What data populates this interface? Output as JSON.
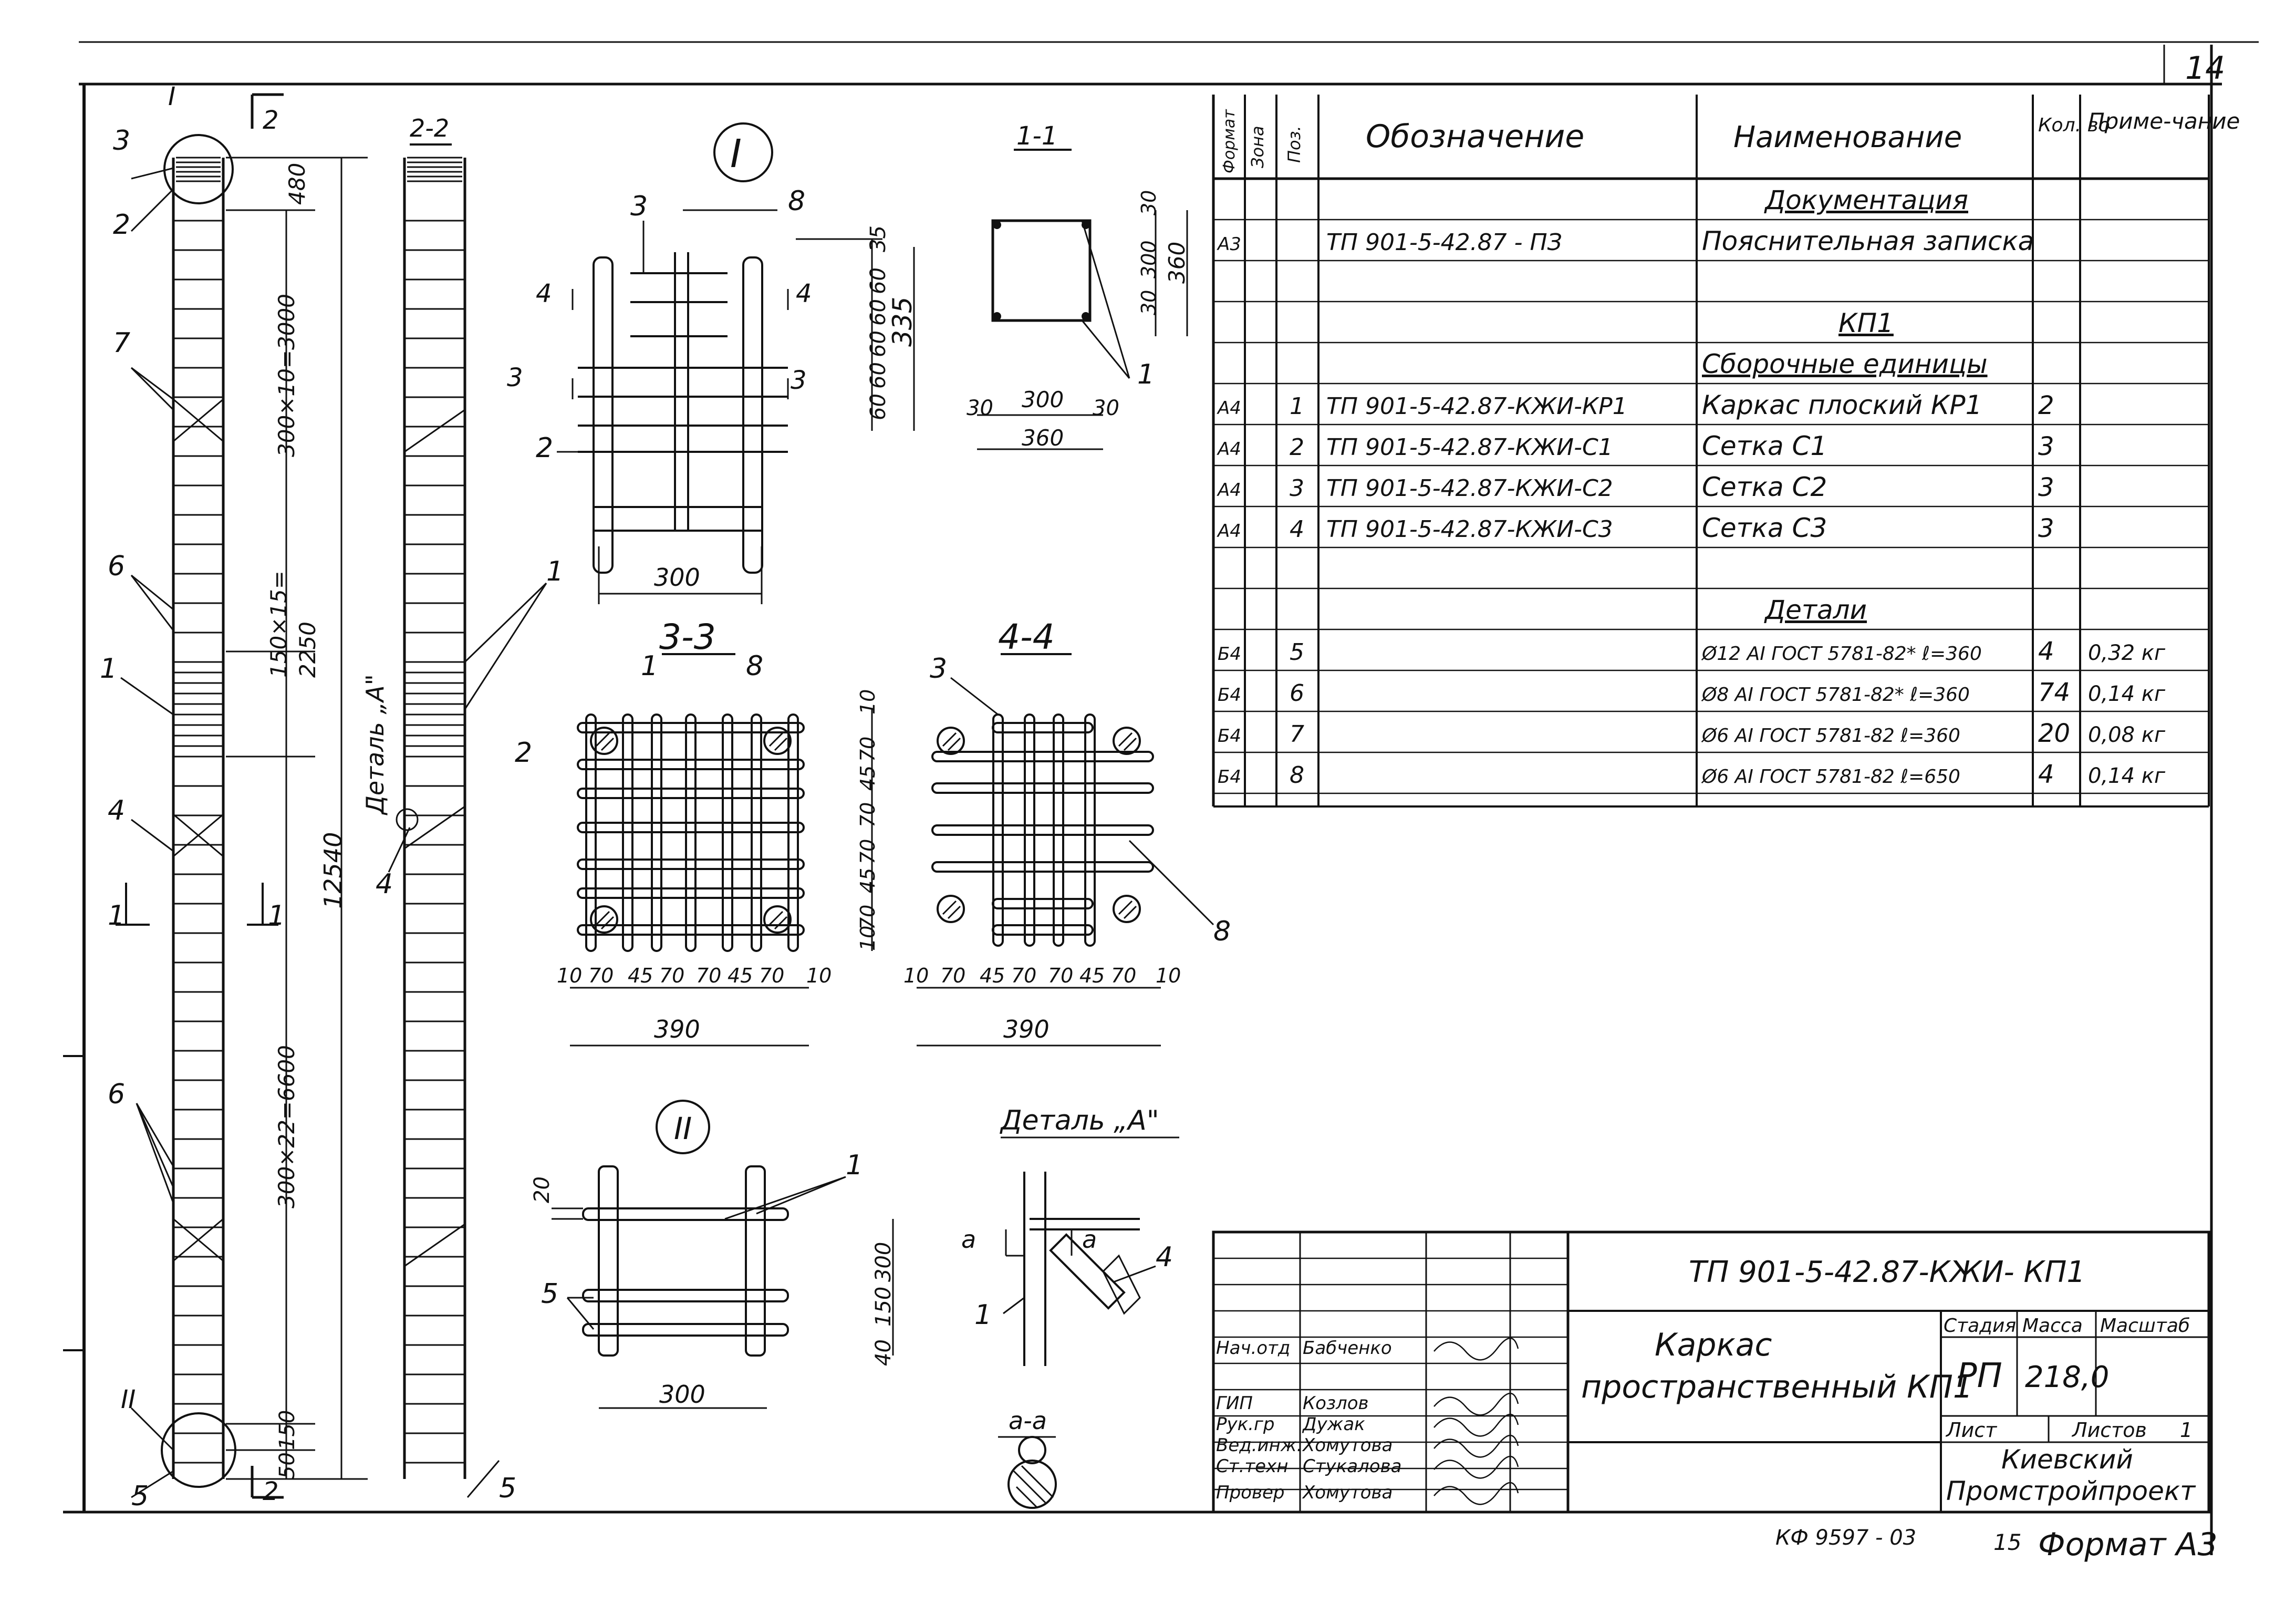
{
  "sheet": {
    "page_number": "14",
    "footer_code": "КФ 9597 - 03",
    "footer_count": "15",
    "footer_format": "Формат А3"
  },
  "column_drawing": {
    "labels": {
      "section_2_top": "2",
      "section_2_bottom": "2",
      "section_1_left": "1",
      "section_1_right": "1",
      "roman_top": "I",
      "roman_bottom": "II"
    },
    "positions": [
      "3",
      "2",
      "7",
      "6",
      "1",
      "4",
      "6",
      "5"
    ],
    "dims": {
      "top": "480",
      "seg1": "300×10=3000",
      "seg2a": "150×15=",
      "seg2b": "2250",
      "total": "12540",
      "seg3": "300×22=6600",
      "bottom1": "150",
      "bottom2": "50"
    }
  },
  "view_2_2": {
    "title": "2-2",
    "detail_label": "Деталь „А\"",
    "positions": [
      "1",
      "4",
      "5"
    ]
  },
  "node_I": {
    "title": "I",
    "positions": [
      "3",
      "8",
      "2"
    ],
    "arrows": [
      "4",
      "4",
      "3",
      "3"
    ],
    "dims_v": [
      "35",
      "60",
      "60",
      "60",
      "60",
      "60",
      "335"
    ],
    "dim_h": "300"
  },
  "section_1_1": {
    "title": "1-1",
    "dims": [
      "30",
      "300",
      "30",
      "360",
      "30",
      "300",
      "30",
      "360"
    ],
    "position": "1"
  },
  "section_3_3": {
    "title": "3-3",
    "positions": [
      "1",
      "8",
      "2"
    ],
    "dims_v": [
      "10",
      "70",
      "45",
      "70",
      "70",
      "45",
      "70",
      "10"
    ],
    "dims_h": [
      "10",
      "70",
      "45",
      "70",
      "70",
      "45",
      "70",
      "10"
    ],
    "total": "390"
  },
  "section_4_4": {
    "title": "4-4",
    "positions": [
      "3",
      "8"
    ],
    "dims_h": [
      "10",
      "70",
      "45",
      "70",
      "70",
      "45",
      "70",
      "10"
    ],
    "total": "390"
  },
  "node_II": {
    "title": "II",
    "positions": [
      "1",
      "5"
    ],
    "dims_v": [
      "20",
      "300",
      "150",
      "40"
    ],
    "dim_h": "300"
  },
  "detail_A": {
    "title": "Деталь „А\"",
    "cut_labels": [
      "а",
      "а"
    ],
    "section_label": "а-а",
    "positions": [
      "1",
      "4"
    ]
  },
  "spec_table": {
    "headers": {
      "format": "Формат",
      "zone": "Зона",
      "pos": "Поз.",
      "designation": "Обозначение",
      "name": "Наименование",
      "qty": "Кол. во",
      "note": "Приме-чание"
    },
    "rows": [
      {
        "format": "",
        "pos": "",
        "designation": "",
        "name": "Документация",
        "qty": "",
        "note": "",
        "heading": true
      },
      {
        "format": "А3",
        "pos": "",
        "designation": "ТП 901-5-42.87 - ПЗ",
        "name": "Пояснительная записка",
        "qty": "",
        "note": ""
      },
      {
        "format": "",
        "pos": "",
        "designation": "",
        "name": "",
        "qty": "",
        "note": ""
      },
      {
        "format": "",
        "pos": "",
        "designation": "",
        "name": "КП1",
        "qty": "",
        "note": "",
        "heading": true
      },
      {
        "format": "",
        "pos": "",
        "designation": "",
        "name": "Сборочные единицы",
        "qty": "",
        "note": "",
        "heading": true
      },
      {
        "format": "А4",
        "pos": "1",
        "designation": "ТП 901-5-42.87-КЖИ-КР1",
        "name": "Каркас плоский КР1",
        "qty": "2",
        "note": ""
      },
      {
        "format": "А4",
        "pos": "2",
        "designation": "ТП 901-5-42.87-КЖИ-С1",
        "name": "Сетка С1",
        "qty": "3",
        "note": ""
      },
      {
        "format": "А4",
        "pos": "3",
        "designation": "ТП 901-5-42.87-КЖИ-С2",
        "name": "Сетка С2",
        "qty": "3",
        "note": ""
      },
      {
        "format": "А4",
        "pos": "4",
        "designation": "ТП 901-5-42.87-КЖИ-С3",
        "name": "Сетка С3",
        "qty": "3",
        "note": ""
      },
      {
        "format": "",
        "pos": "",
        "designation": "",
        "name": "",
        "qty": "",
        "note": ""
      },
      {
        "format": "",
        "pos": "",
        "designation": "",
        "name": "Детали",
        "qty": "",
        "note": "",
        "heading": true
      },
      {
        "format": "Б4",
        "pos": "5",
        "designation": "",
        "name": "Ø12 АI ГОСТ 5781-82* ℓ=360",
        "qty": "4",
        "note": "0,32 кг"
      },
      {
        "format": "Б4",
        "pos": "6",
        "designation": "",
        "name": "Ø8 АI ГОСТ 5781-82* ℓ=360",
        "qty": "74",
        "note": "0,14 кг"
      },
      {
        "format": "Б4",
        "pos": "7",
        "designation": "",
        "name": "Ø6 АI ГОСТ 5781-82 ℓ=360",
        "qty": "20",
        "note": "0,08 кг"
      },
      {
        "format": "Б4",
        "pos": "8",
        "designation": "",
        "name": "Ø6 АI ГОСТ 5781-82 ℓ=650",
        "qty": "4",
        "note": "0,14 кг"
      }
    ]
  },
  "title_block": {
    "code": "ТП 901-5-42.87-КЖИ- КП1",
    "name_line1": "Каркас",
    "name_line2": "пространственный КП1",
    "stage_header": "Стадия",
    "mass_header": "Масса",
    "scale_header": "Масштаб",
    "stage": "РП",
    "mass": "218,0",
    "sheet_label": "Лист",
    "sheets_label": "Листов",
    "sheets_value": "1",
    "org_line1": "Киевский",
    "org_line2": "Промстройпроект",
    "signatures": [
      {
        "role": "Нач.отд",
        "name": "Бабченко"
      },
      {
        "role": "ГИП",
        "name": "Козлов"
      },
      {
        "role": "Рук.гр",
        "name": "Дужак"
      },
      {
        "role": "Вед.инж.",
        "name": "Хомутова"
      },
      {
        "role": "Ст.техн",
        "name": "Стукалова"
      },
      {
        "role": "Провер",
        "name": "Хомутова"
      }
    ]
  }
}
